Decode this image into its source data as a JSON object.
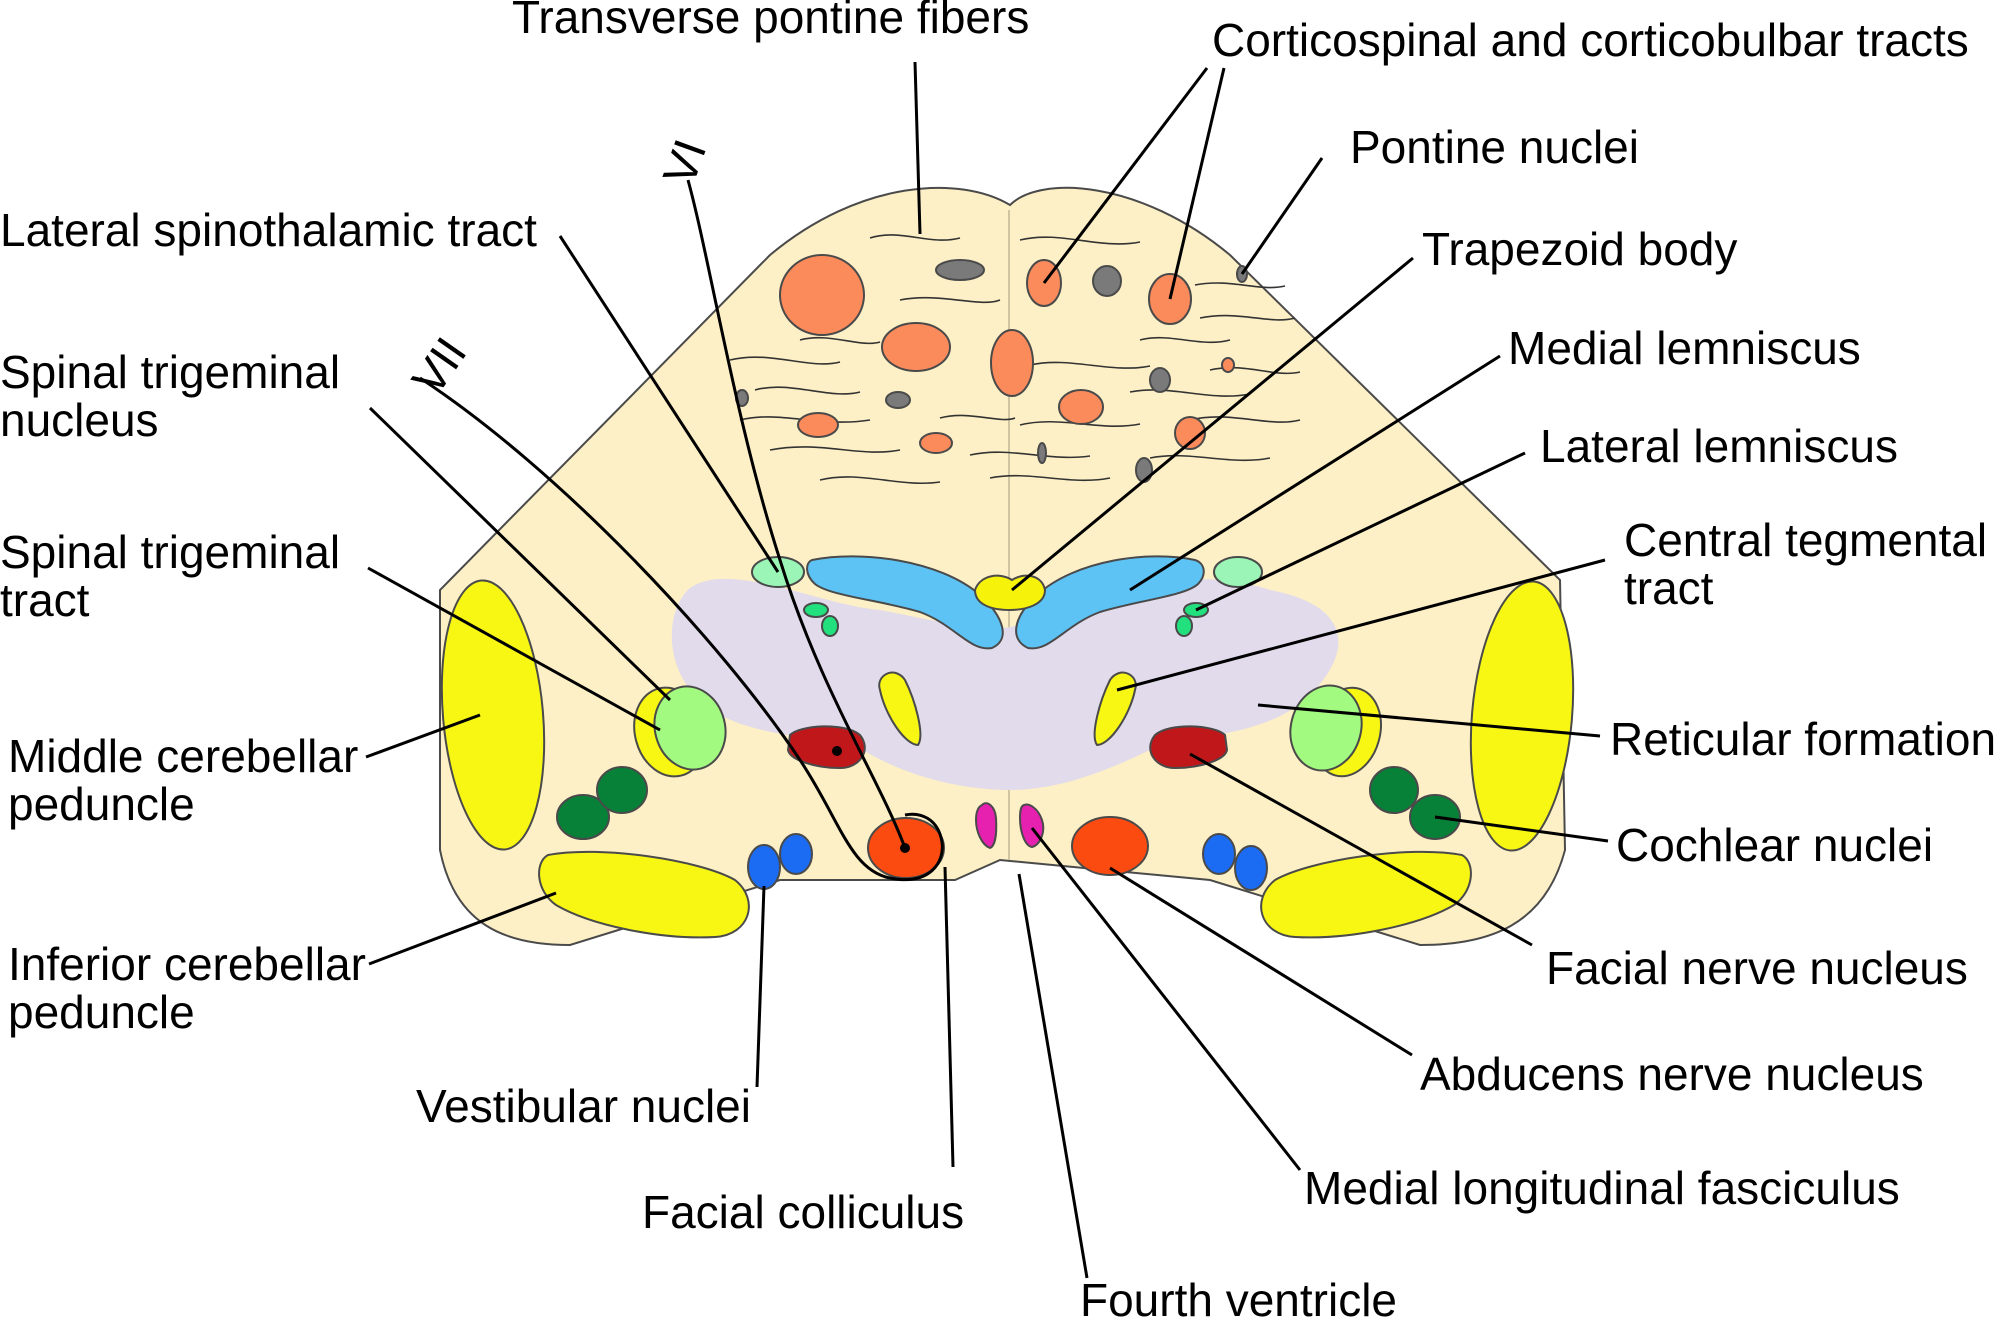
{
  "labels": {
    "transverse_pontine_fibers": "Transverse pontine fibers",
    "corticospinal_corticobulbar": "Corticospinal and corticobulbar tracts",
    "pontine_nuclei": "Pontine nuclei",
    "lateral_spinothalamic": "Lateral spinothalamic tract",
    "trapezoid_body": "Trapezoid body",
    "spinal_trigeminal_nucleus": [
      "Spinal trigeminal",
      "nucleus"
    ],
    "medial_lemniscus": "Medial lemniscus",
    "lateral_lemniscus": "Lateral lemniscus",
    "spinal_trigeminal_tract": [
      "Spinal trigeminal",
      "tract"
    ],
    "central_tegmental": [
      "Central tegmental",
      "tract"
    ],
    "reticular_formation": "Reticular formation",
    "middle_cerebellar_peduncle": [
      "Middle cerebellar",
      "peduncle"
    ],
    "cochlear_nuclei": "Cochlear nuclei",
    "facial_nerve_nucleus": "Facial nerve nucleus",
    "inferior_cerebellar_peduncle": [
      "Inferior cerebellar",
      "peduncle"
    ],
    "abducens_nerve_nucleus": "Abducens nerve nucleus",
    "vestibular_nuclei": "Vestibular nuclei",
    "medial_longitudinal_fasciculus": "Medial longitudinal fasciculus",
    "facial_colliculus": "Facial colliculus",
    "fourth_ventricle": "Fourth ventricle",
    "nerve_vi": "VI",
    "nerve_vii": "VII"
  },
  "colors": {
    "pons_fill": "#fdf0c6",
    "pontine_nuclei": "#fc8b5c",
    "grey_nuclei": "#7a7a7a",
    "reticular_formation": "#e1dbec",
    "medial_lemniscus": "#5dc3f4",
    "trapezoid_body": "#f7f20a",
    "lateral_spinothalamic": "#9af5b6",
    "lateral_lemniscus": "#22e07d",
    "spinal_trigeminal_nucleus": "#a2fa80",
    "peduncles_and_tract": "#f7f713",
    "facial_nerve_nucleus": "#c0171b",
    "abducens_nerve_nucleus": "#fb4b11",
    "medial_longitudinal_fasciculus": "#e621b0",
    "vestibular_nuclei": "#1b6cf2",
    "cochlear_nuclei": "#078038"
  }
}
